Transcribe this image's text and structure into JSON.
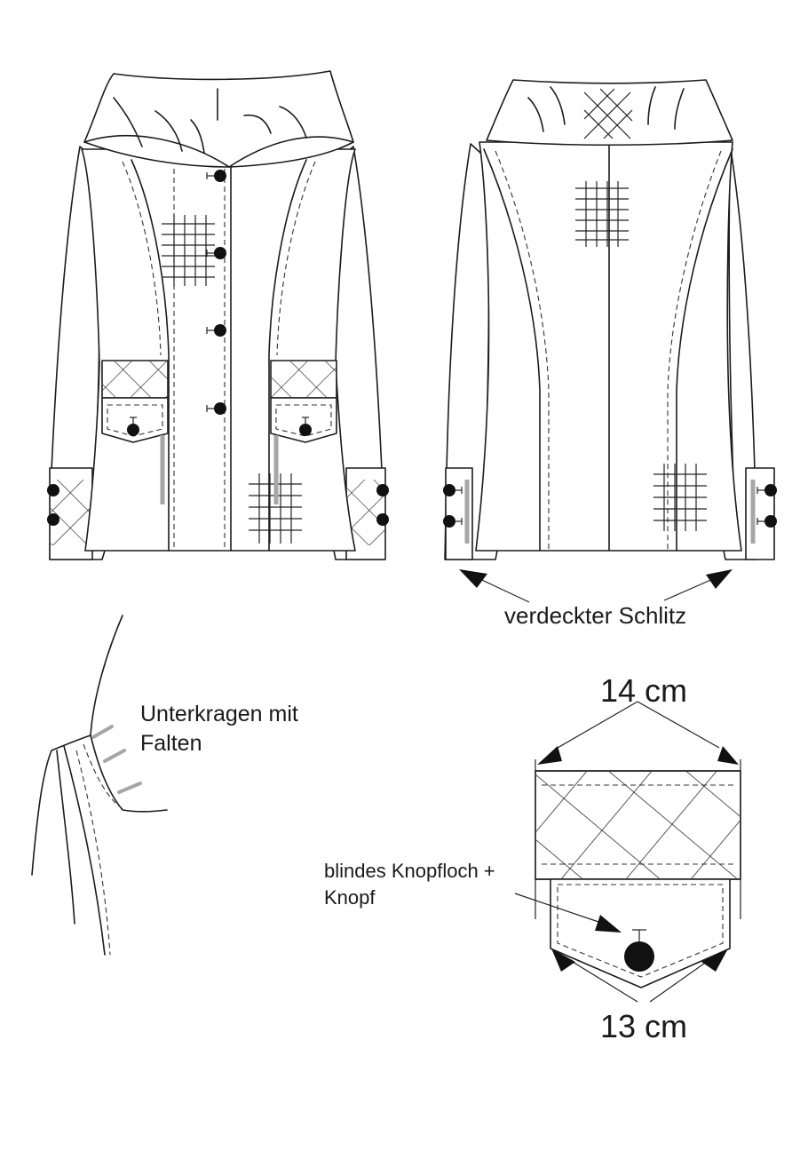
{
  "labels": {
    "hidden_slit": "verdeckter Schlitz",
    "under_collar_line1": "Unterkragen mit",
    "under_collar_line2": "Falten",
    "blind_buttonhole_line1": "blindes Knopfloch +",
    "blind_buttonhole_line2": "Knopf",
    "pocket_width_top": "14 cm",
    "pocket_width_bottom": "13 cm"
  },
  "colors": {
    "line": "#1c1c1c",
    "stitch_grey": "#a6a6a6",
    "background": "#ffffff"
  }
}
